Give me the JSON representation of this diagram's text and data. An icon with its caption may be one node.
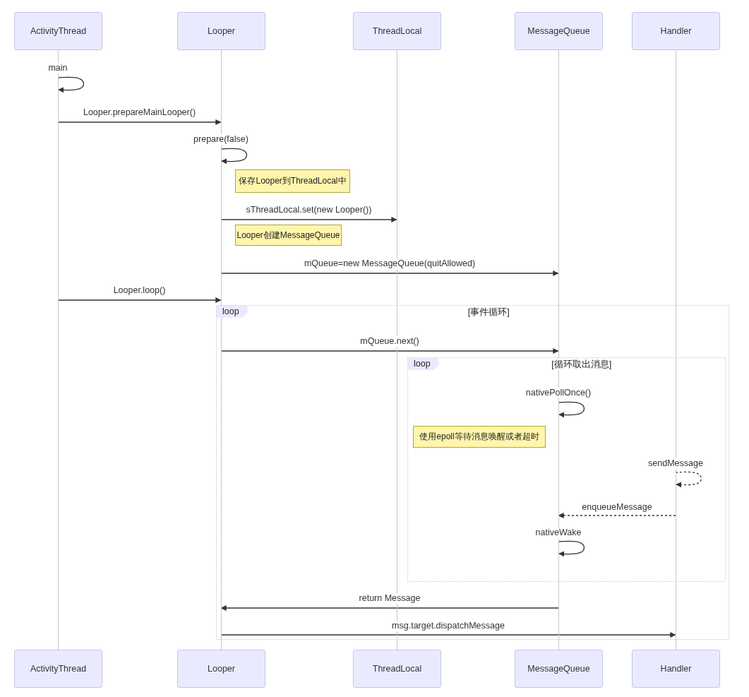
{
  "diagram": {
    "nodes": [
      {
        "text": [
          "ActivityThread"
        ]
      },
      {
        "text": [
          "Looper"
        ]
      },
      {
        "text": [
          "ThreadLocal"
        ]
      },
      {
        "text": [
          "MessageQueue"
        ]
      },
      {
        "text": [
          "Handler"
        ]
      },
      {
        "text": [
          "ActivityThread"
        ]
      },
      {
        "text": [
          "Looper"
        ]
      },
      {
        "text": [
          "ThreadLocal"
        ]
      },
      {
        "text": [
          "MessageQueue"
        ]
      },
      {
        "text": [
          "Handler"
        ]
      },
      {
        "text": [
          "保存Looper到ThreadLocal中"
        ]
      },
      {
        "text": [
          "Looper创建MessageQueue"
        ]
      },
      {
        "text": [
          "loop",
          "[事件循环]"
        ]
      },
      {
        "text": [
          "loop",
          "[循环取出消息]"
        ],
        "in": 12
      },
      {
        "text": [
          "使用epoll等待消息唤醒或者超时"
        ],
        "in": 13
      },
      {
        "text": [],
        "shape": "bar"
      },
      {
        "text": [],
        "shape": "bar"
      },
      {
        "text": [],
        "shape": "bar"
      },
      {
        "text": [],
        "shape": "bar"
      },
      {
        "text": [],
        "shape": "bar"
      }
    ],
    "edges": [
      {
        "from": 15,
        "to": 15,
        "arrow": "to",
        "label": "main"
      },
      {
        "from": 15,
        "to": 16,
        "arrow": "to",
        "label": "Looper.prepareMainLooper()"
      },
      {
        "from": 16,
        "to": 16,
        "arrow": "to",
        "label": "prepare(false)"
      },
      {
        "from": 16,
        "to": 17,
        "arrow": "to",
        "label": "sThreadLocal.set(new Looper())"
      },
      {
        "from": 16,
        "to": 18,
        "arrow": "to",
        "label": "mQueue=new MessageQueue(quitAllowed)"
      },
      {
        "from": 15,
        "to": 16,
        "arrow": "to",
        "label": "Looper.loop()"
      },
      {
        "from": 16,
        "to": 18,
        "arrow": "to",
        "label": "mQueue.next()"
      },
      {
        "from": 18,
        "to": 18,
        "arrow": "to",
        "label": "nativePollOnce()"
      },
      {
        "from": 19,
        "to": 19,
        "arrow": "to",
        "label": "sendMessage",
        "style": "dashed"
      },
      {
        "from": 19,
        "to": 18,
        "arrow": "to",
        "label": "enqueueMessage",
        "style": "dashed"
      },
      {
        "from": 18,
        "to": 18,
        "arrow": "to",
        "label": "nativeWake"
      },
      {
        "from": 18,
        "to": 16,
        "arrow": "to",
        "label": "return Message"
      },
      {
        "from": 16,
        "to": 19,
        "arrow": "to",
        "label": "msg.target.dispatchMessage"
      }
    ]
  }
}
